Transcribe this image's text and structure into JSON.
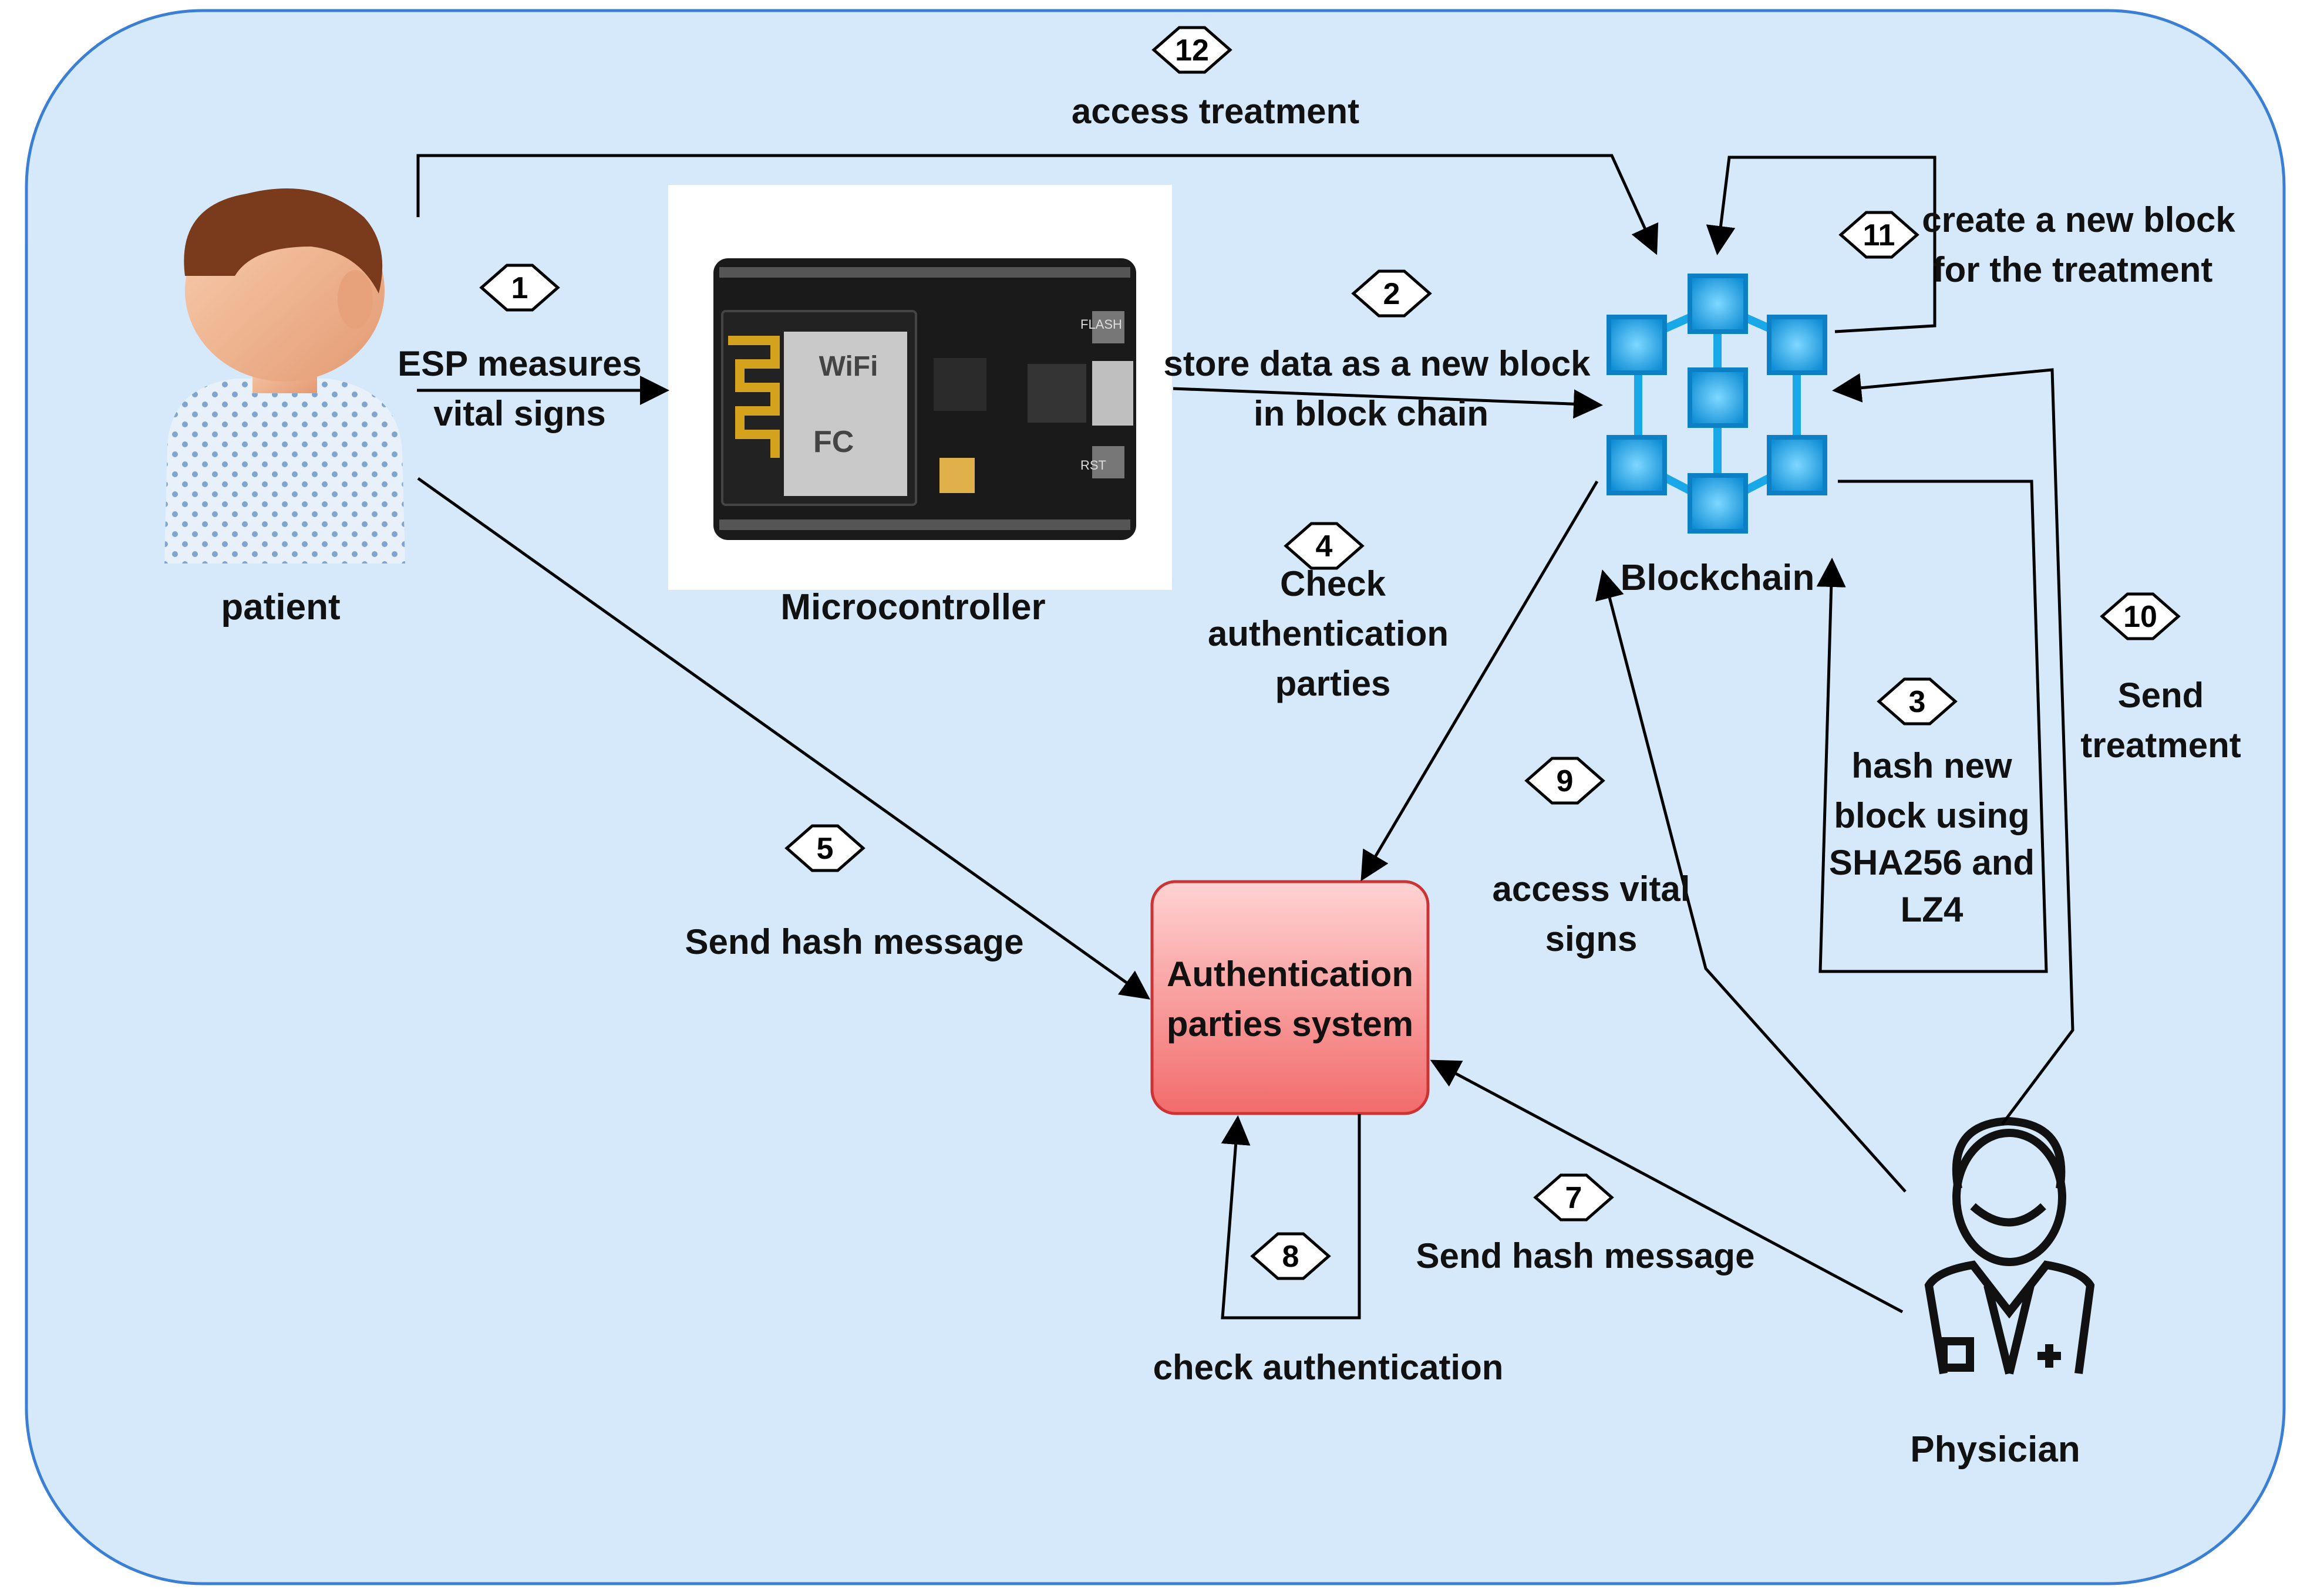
{
  "actors": {
    "patient_label": "patient",
    "microcontroller_label": "Microcontroller",
    "blockchain_label": "Blockchain",
    "auth_system_label": "Authentication parties system",
    "physician_label": "Physician"
  },
  "steps": [
    {
      "number": "1",
      "label": "ESP measures vital signs"
    },
    {
      "number": "2",
      "label": "store data as a new block in block chain"
    },
    {
      "number": "3",
      "label": "hash new block using SHA256 and LZ4"
    },
    {
      "number": "4",
      "label": "Check authentication parties"
    },
    {
      "number": "5",
      "label": "Send hash message"
    },
    {
      "number": "7",
      "label": "Send hash message"
    },
    {
      "number": "8",
      "label": "check authentication"
    },
    {
      "number": "9",
      "label": "access vital signs"
    },
    {
      "number": "10",
      "label": "Send treatment"
    },
    {
      "number": "11",
      "label": "create a new block for the treatment"
    },
    {
      "number": "12",
      "label": "access treatment"
    }
  ],
  "board_silkscreen": {
    "wifi": "WiFi",
    "fc": "FC",
    "flash": "FLASH",
    "rst": "RST"
  },
  "colors": {
    "background": "#d6e9fb",
    "container_border": "#3b7fd4",
    "auth_box_top": "#ffd3d3",
    "auth_box_bottom": "#f26b6b",
    "auth_box_border": "#cc3333",
    "blockchain_cube": "#18a8e8",
    "board": "#1a1a1a",
    "antenna_gold": "#d4a21c"
  },
  "icons": {
    "patient": "patient-avatar-icon",
    "physician": "physician-line-icon",
    "blockchain": "blockchain-cubes-icon",
    "microcontroller": "esp8266-board-icon"
  }
}
